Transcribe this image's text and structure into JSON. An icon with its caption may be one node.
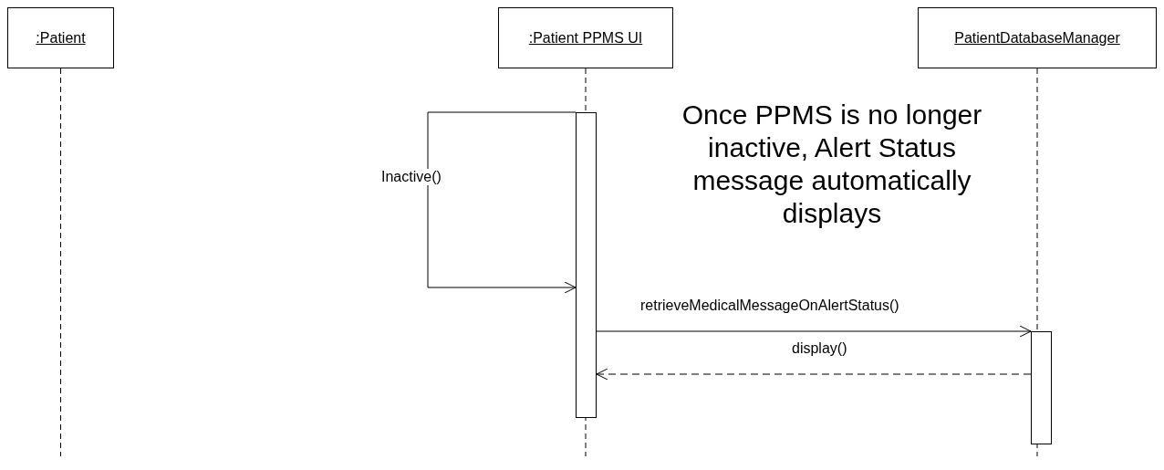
{
  "diagram": {
    "nodes": [
      {
        "text": [
          ":Patient"
        ]
      },
      {
        "text": [
          ":Patient PPMS UI"
        ]
      },
      {
        "text": [
          "PatientDatabaseManager"
        ]
      },
      {
        "text": [],
        "shape": "bar"
      },
      {
        "text": [],
        "shape": "bar"
      }
    ],
    "edges": [
      {
        "from": 3,
        "to": 3,
        "arrow": "to",
        "label": "Inactive()"
      },
      {
        "from": 3,
        "to": 4,
        "arrow": "to",
        "label": "retrieveMedicalMessageOnAlertStatus()"
      },
      {
        "from": 4,
        "to": 3,
        "arrow": "to",
        "label": "display()",
        "style": "dashed"
      }
    ],
    "labels": [
      "Once PPMS is no longer inactive, Alert Status message automatically displays"
    ]
  }
}
